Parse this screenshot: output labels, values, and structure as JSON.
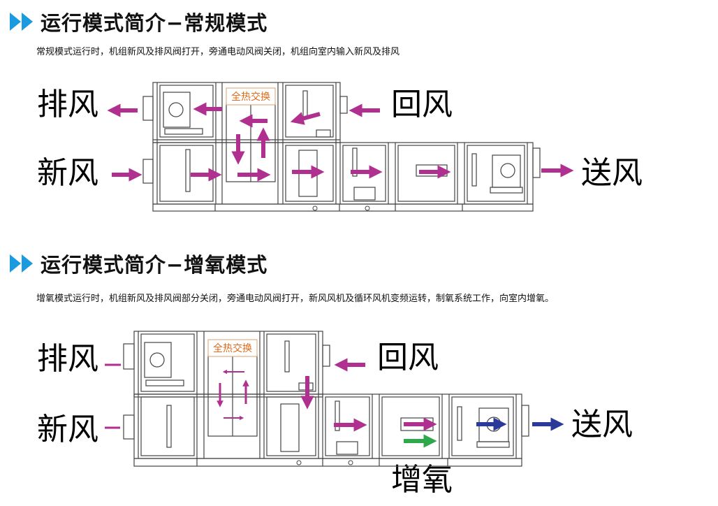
{
  "section1": {
    "title": "运行模式简介−常规模式",
    "description": "常规模式运行时，机组新风及排风阀打开，旁通电动风阀关闭，机组向室内输入新风及排风",
    "heat_exchange_label": "全热交换",
    "labels": {
      "exhaust": "排风",
      "fresh": "新风",
      "return": "回风",
      "supply": "送风"
    }
  },
  "section2": {
    "title": "运行模式简介−增氧模式",
    "description": "增氧模式运行时，机组新风及排风阀部分关闭，旁通电动风阀打开，新风风机及循环风机变频运转，制氧系统工作，向室内增氧。",
    "heat_exchange_label": "全热交换",
    "labels": {
      "exhaust": "排风",
      "fresh": "新风",
      "return": "回风",
      "supply": "送风",
      "oxygen": "增氧"
    }
  },
  "colors": {
    "accent_blue": "#1a9be0",
    "airflow_magenta": "#b0308f",
    "supply_navy": "#2b3a9a",
    "oxygen_green": "#2ea84a",
    "heat_label_orange": "#e06a1a"
  }
}
